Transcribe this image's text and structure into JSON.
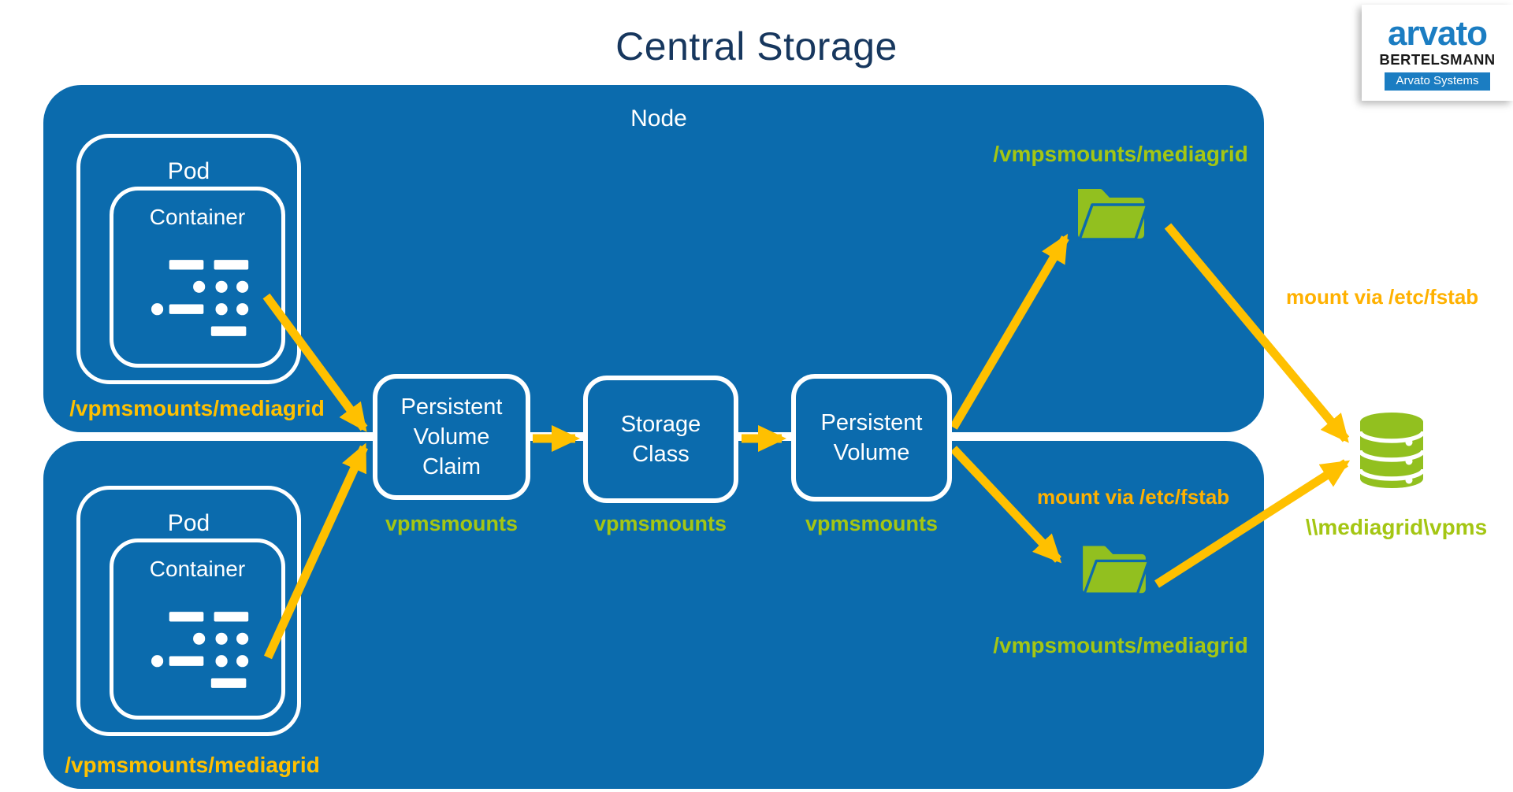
{
  "title": "Central Storage",
  "logo": {
    "brand": "arvato",
    "parent": "BERTELSMANN",
    "division": "Arvato Systems"
  },
  "colors": {
    "node_blue": "#0B6BAD",
    "title_navy": "#17375E",
    "arrow_yellow": "#FFC000",
    "mount_note_orange": "#FFB100",
    "green_text": "#A4C613",
    "green_icon": "#92C01F",
    "logo_blue": "#1B7DC2"
  },
  "nodes": [
    {
      "label": "Node",
      "pod": {
        "label": "Pod",
        "container": {
          "label": "Container"
        }
      },
      "mount_path": "/vpmsmounts/mediagrid"
    },
    {
      "pod": {
        "label": "Pod",
        "container": {
          "label": "Container"
        }
      },
      "mount_path": "/vpmsmounts/mediagrid"
    }
  ],
  "pipeline": [
    {
      "lines": [
        "Persistent",
        "Volume",
        "Claim"
      ],
      "sublabel": "vpmsmounts"
    },
    {
      "lines": [
        "Storage",
        "Class"
      ],
      "sublabel": "vpmsmounts"
    },
    {
      "lines": [
        "Persistent",
        "Volume"
      ],
      "sublabel": "vpmsmounts"
    }
  ],
  "mounts": [
    {
      "path": "/vmpsmounts/mediagrid",
      "note": "mount via /etc/fstab"
    },
    {
      "path": "/vmpsmounts/mediagrid",
      "note": "mount via /etc/fstab"
    }
  ],
  "storage": {
    "share": "\\\\mediagrid\\vpms"
  }
}
